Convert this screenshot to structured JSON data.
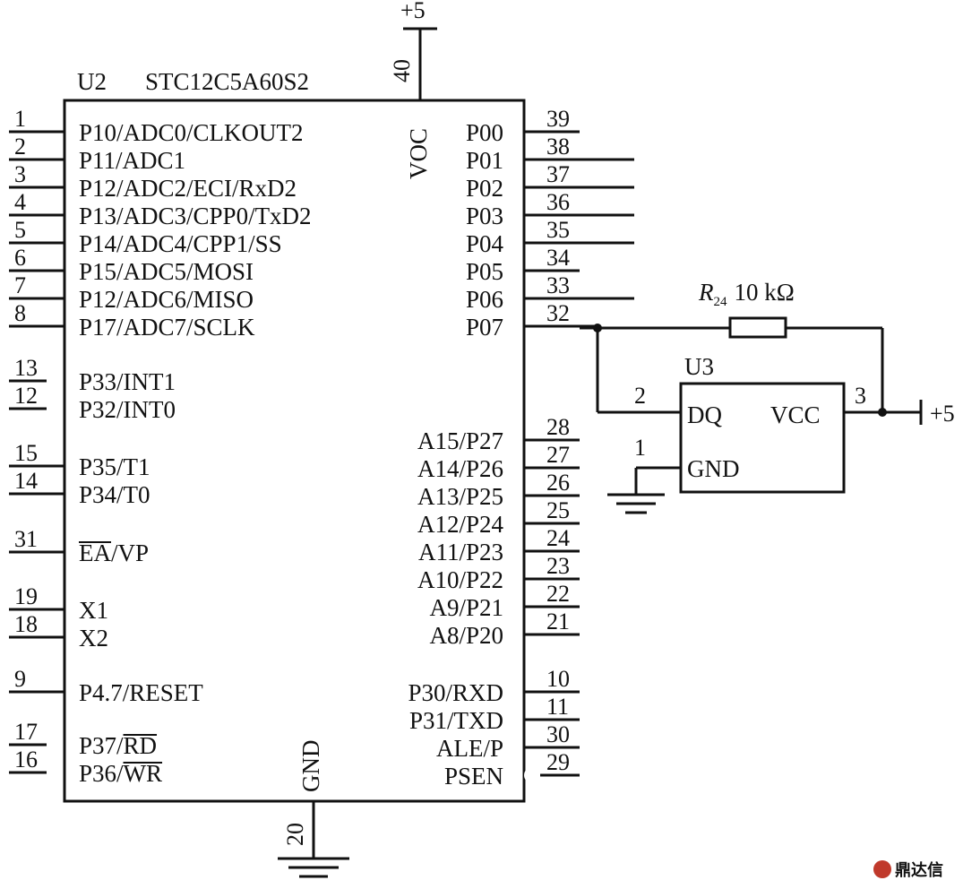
{
  "ic": {
    "ref": "U2",
    "part": "STC12C5A60S2",
    "power_label": "VOC",
    "ground_label": "GND",
    "power_pin": "40",
    "ground_pin": "20",
    "left_pins": [
      {
        "num": "1",
        "name": "P10/ADC0/CLKOUT2",
        "bubble": false
      },
      {
        "num": "2",
        "name": "P11/ADC1",
        "bubble": false
      },
      {
        "num": "3",
        "name": "P12/ADC2/ECI/RxD2",
        "bubble": false
      },
      {
        "num": "4",
        "name": "P13/ADC3/CPP0/TxD2",
        "bubble": false
      },
      {
        "num": "5",
        "name": "P14/ADC4/CPP1/SS",
        "bubble": false
      },
      {
        "num": "6",
        "name": "P15/ADC5/MOSI",
        "bubble": false
      },
      {
        "num": "7",
        "name": "P12/ADC6/MISO",
        "bubble": false
      },
      {
        "num": "8",
        "name": "P17/ADC7/SCLK",
        "bubble": false
      },
      {
        "num": "13",
        "name": "P33/INT1",
        "bubble": true
      },
      {
        "num": "12",
        "name": "P32/INT0",
        "bubble": true
      },
      {
        "num": "15",
        "name": "P35/T1",
        "bubble": false
      },
      {
        "num": "14",
        "name": "P34/T0",
        "bubble": false
      },
      {
        "num": "31",
        "name": "EA/VP",
        "bubble": false,
        "overline": "EA"
      },
      {
        "num": "19",
        "name": "X1",
        "bubble": false
      },
      {
        "num": "18",
        "name": "X2",
        "bubble": false
      },
      {
        "num": "9",
        "name": "P4.7/RESET",
        "bubble": false
      },
      {
        "num": "17",
        "name": "P37/RD",
        "bubble": true,
        "overline": "RD"
      },
      {
        "num": "16",
        "name": "P36/WR",
        "bubble": true,
        "overline": "WR"
      }
    ],
    "right_pins": [
      {
        "num": "39",
        "name": "P00",
        "bubble": false
      },
      {
        "num": "38",
        "name": "P01",
        "bubble": false
      },
      {
        "num": "37",
        "name": "P02",
        "bubble": false
      },
      {
        "num": "36",
        "name": "P03",
        "bubble": false
      },
      {
        "num": "35",
        "name": "P04",
        "bubble": false
      },
      {
        "num": "34",
        "name": "P05",
        "bubble": false
      },
      {
        "num": "33",
        "name": "P06",
        "bubble": false
      },
      {
        "num": "32",
        "name": "P07",
        "bubble": false
      },
      {
        "num": "28",
        "name": "A15/P27",
        "bubble": false
      },
      {
        "num": "27",
        "name": "A14/P26",
        "bubble": false
      },
      {
        "num": "26",
        "name": "A13/P25",
        "bubble": false
      },
      {
        "num": "25",
        "name": "A12/P24",
        "bubble": false
      },
      {
        "num": "24",
        "name": "A11/P23",
        "bubble": false
      },
      {
        "num": "23",
        "name": "A10/P22",
        "bubble": false
      },
      {
        "num": "22",
        "name": "A9/P21",
        "bubble": false
      },
      {
        "num": "21",
        "name": "A8/P20",
        "bubble": false
      },
      {
        "num": "10",
        "name": "P30/RXD",
        "bubble": false
      },
      {
        "num": "11",
        "name": "P31/TXD",
        "bubble": false
      },
      {
        "num": "30",
        "name": "ALE/P",
        "bubble": false
      },
      {
        "num": "29",
        "name": "PSEN",
        "bubble": true
      }
    ]
  },
  "sensor": {
    "ref": "U3",
    "pin_dq": "DQ",
    "pin_vcc": "VCC",
    "pin_gnd": "GND",
    "pin_dq_num": "2",
    "pin_vcc_num": "3",
    "pin_gnd_num": "1"
  },
  "resistor": {
    "ref_letter": "R",
    "ref_sub": "24",
    "value": "10 kΩ"
  },
  "supply": {
    "top": "+5",
    "right": "+5"
  },
  "watermark": "鼎达信"
}
